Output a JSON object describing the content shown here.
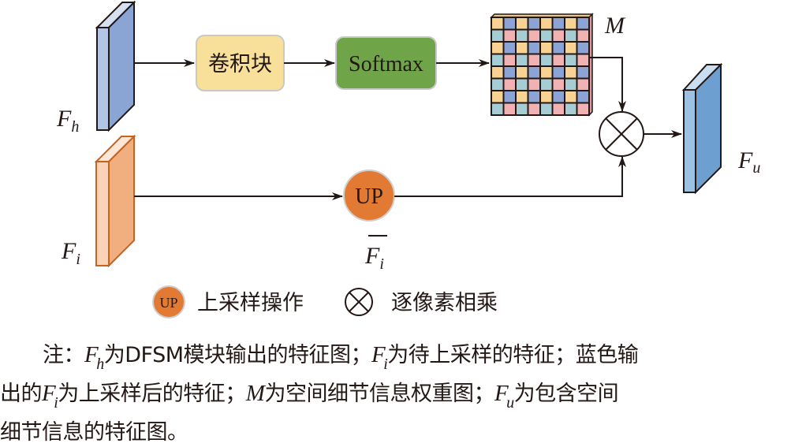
{
  "diagram": {
    "inputs": {
      "fh": {
        "symbol": "F",
        "subscript": "h",
        "color_front": "#b3c5e4",
        "color_side": "#8aa5d3"
      },
      "fi": {
        "symbol": "F",
        "subscript": "i",
        "color_front": "#f9d2b7",
        "color_side": "#f1ae7f",
        "stroke": "#c8621d"
      }
    },
    "blocks": {
      "conv": {
        "label": "卷积块",
        "fill": "#f8e09a"
      },
      "softmax": {
        "label": "Softmax",
        "fill": "#6fa548"
      },
      "upsample": {
        "label": "UP",
        "fill": "#e37a34"
      }
    },
    "weight_map": {
      "symbol": "M",
      "rows": 8,
      "cols": 8,
      "colors": {
        "orange": "#f8d293",
        "blue": "#8ba3d5",
        "teal": "#a5cdd3",
        "pink": "#f1b2b3"
      }
    },
    "multiply_symbol": "⊗",
    "upsampled": {
      "symbol": "F",
      "subscript": "i",
      "overline": true
    },
    "output": {
      "symbol": "F",
      "subscript": "u",
      "color_front": "#9dc1e3",
      "color_side": "#6e9fd1"
    }
  },
  "legend": {
    "items": [
      {
        "icon": "up-circle-icon",
        "icon_label": "UP",
        "label": "上采样操作"
      },
      {
        "icon": "circled-times-icon",
        "label": "逐像素相乘"
      }
    ]
  },
  "note": {
    "line1": {
      "prefix": "注：",
      "fh_sym": "F",
      "fh_sub": "h",
      "t1": "为DFSM模块输出的特征图；",
      "fi_sym": "F",
      "fi_sub": "i",
      "t2": "为待上采样的特征；蓝色输"
    },
    "line2": {
      "t0": "出的",
      "fi_sym": "F",
      "fi_sub": "i",
      "t1": "为上采样后的特征；",
      "m_sym": "M",
      "t2": "为空间细节信息权重图；",
      "fu_sym": "F",
      "fu_sub": "u",
      "t3": "为包含空间"
    },
    "line3": {
      "t0": "细节信息的特征图。"
    }
  }
}
